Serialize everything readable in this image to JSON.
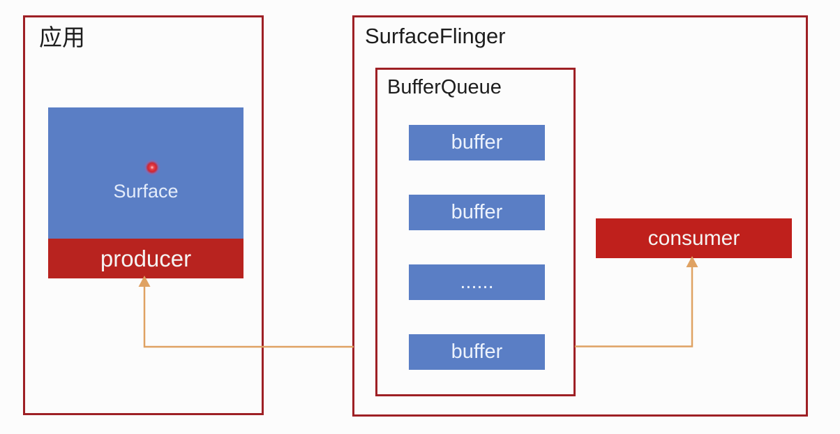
{
  "app": {
    "title": "应用",
    "surface_label": "Surface",
    "producer_label": "producer"
  },
  "surfaceflinger": {
    "title": "SurfaceFlinger",
    "bufferqueue": {
      "title": "BufferQueue",
      "slots": [
        "buffer",
        "buffer",
        "......",
        "buffer"
      ]
    },
    "consumer_label": "consumer"
  },
  "arrows": [
    {
      "name": "bufferqueue-to-producer",
      "direction": "up-into-producer"
    },
    {
      "name": "bufferqueue-to-consumer",
      "direction": "up-into-consumer"
    }
  ],
  "colors": {
    "border_red": "#9e2025",
    "block_blue": "#5a7ec5",
    "producer_red": "#b8231f",
    "consumer_red": "#bf201c",
    "arrow_orange": "#dfa263",
    "title_text": "#1d1d1d"
  }
}
